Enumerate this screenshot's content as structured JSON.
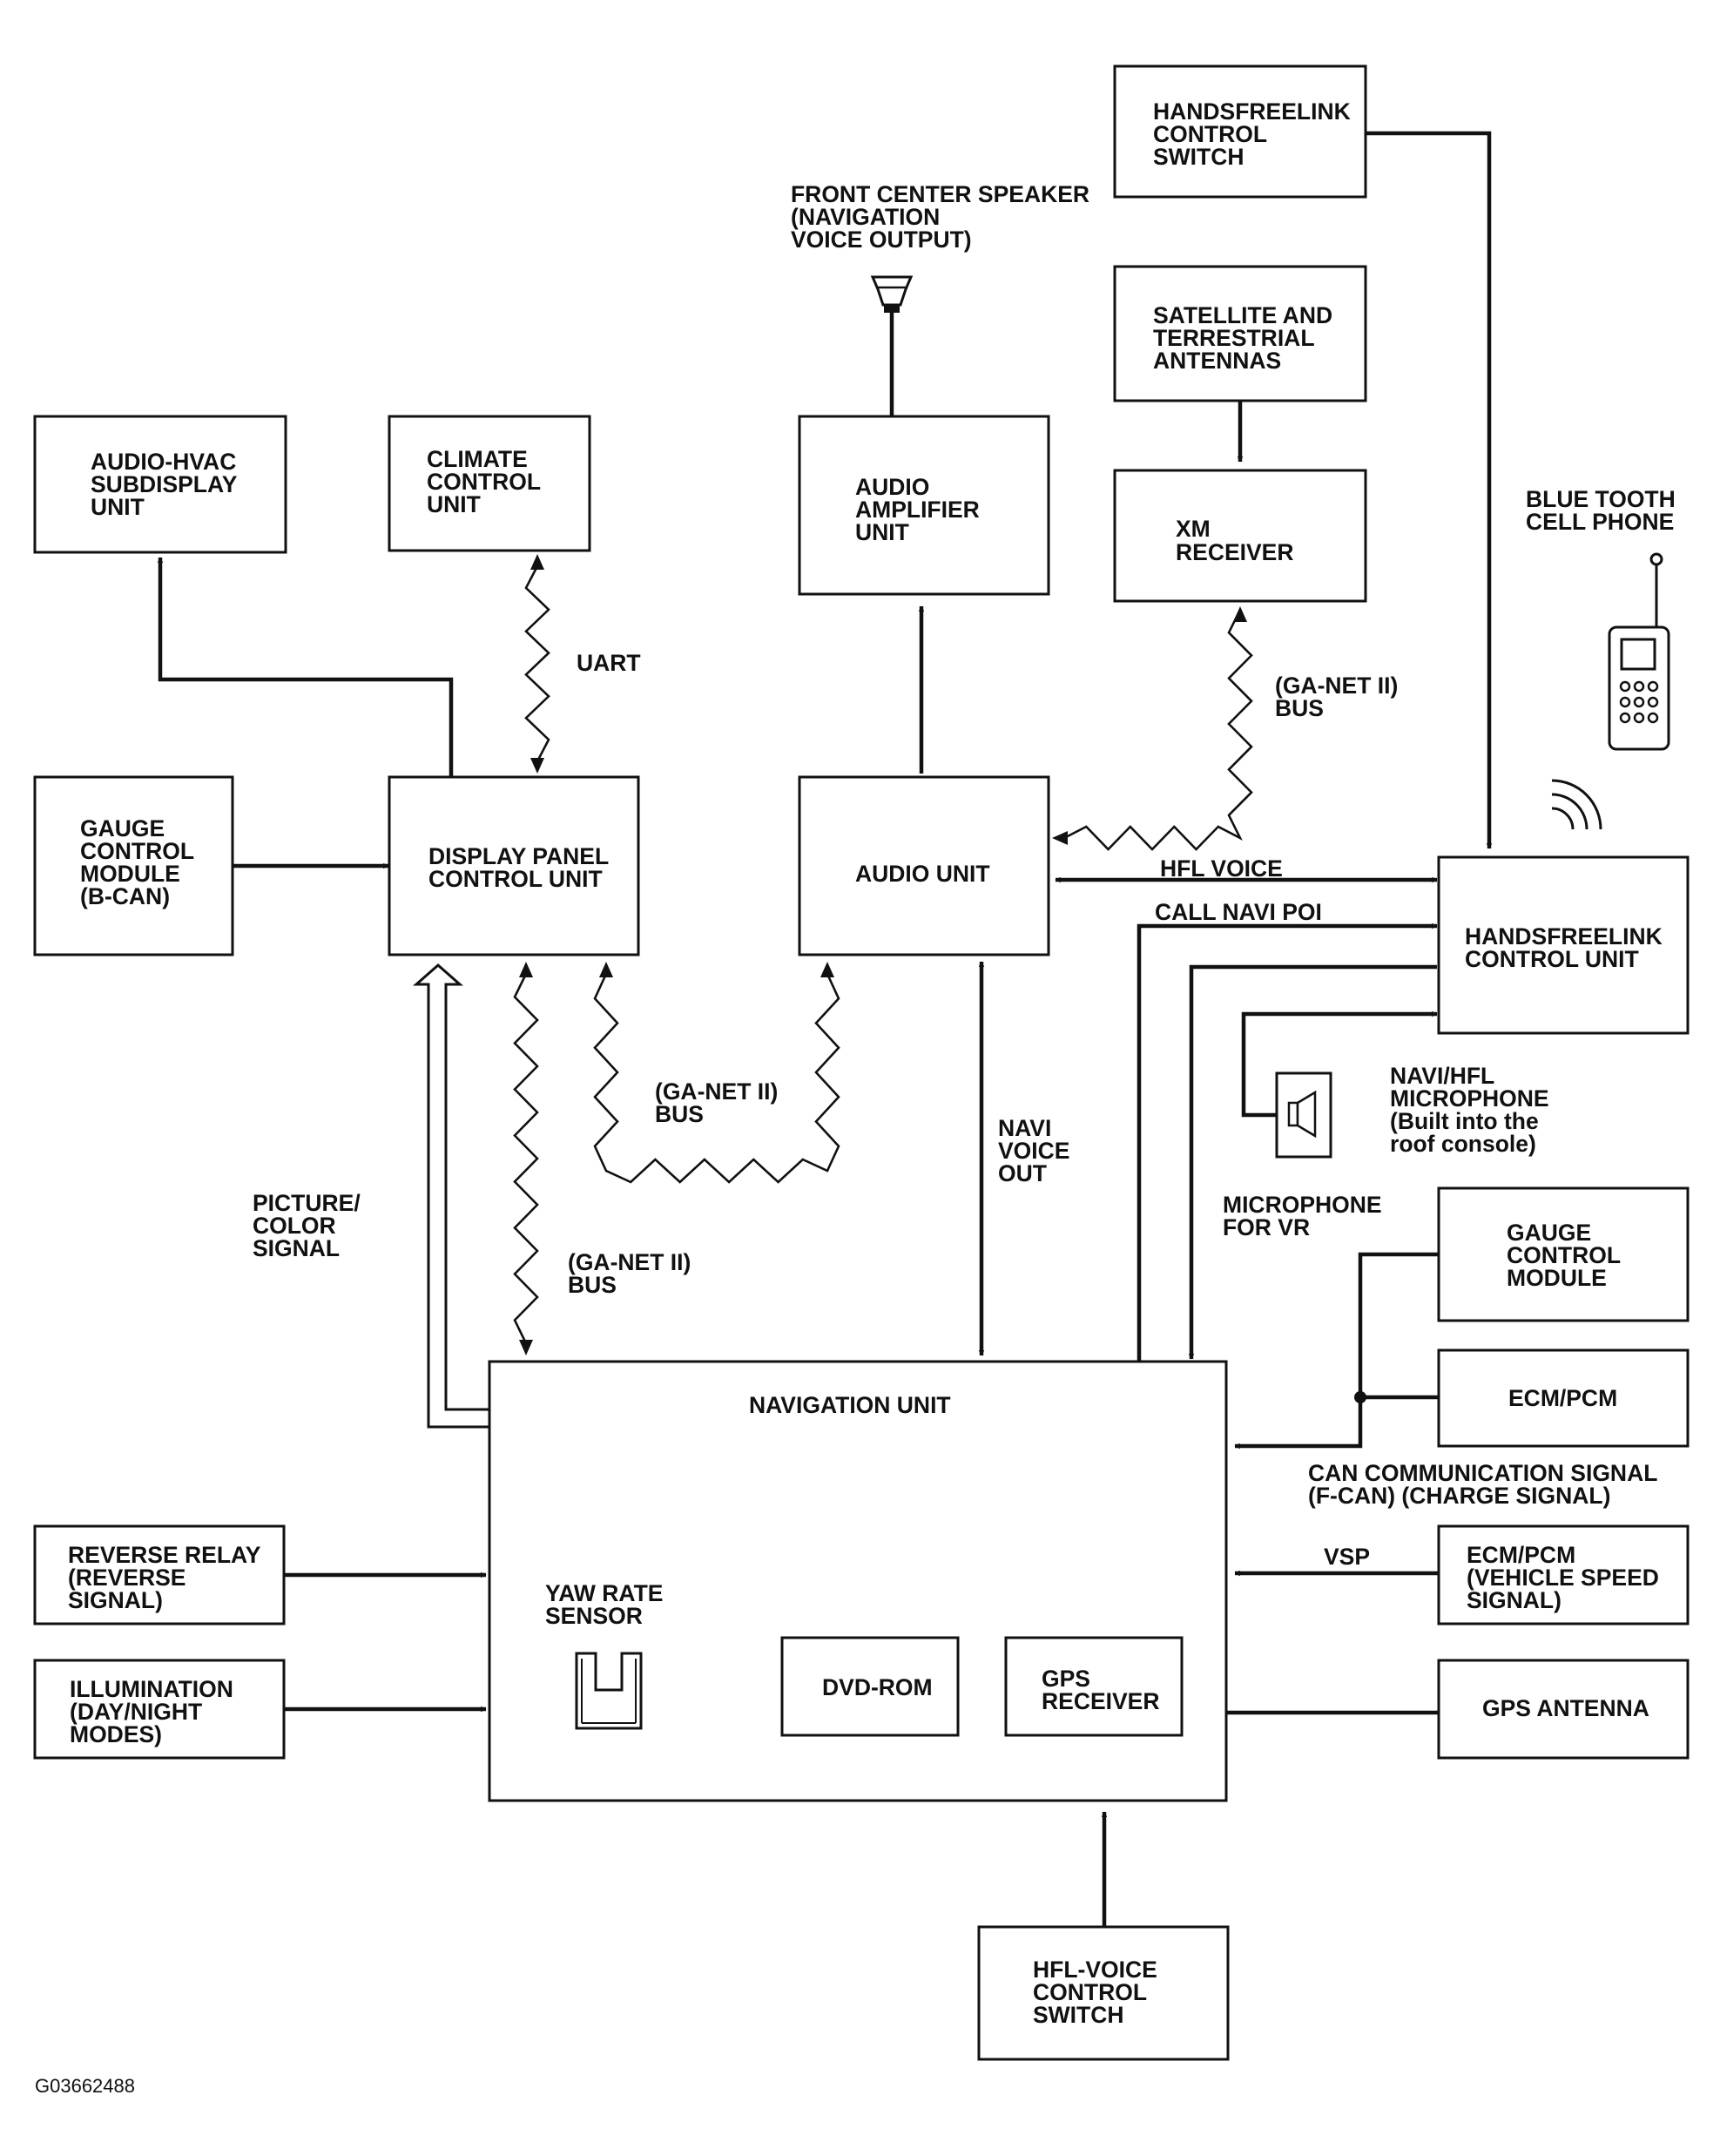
{
  "boxes": {
    "handsfreelink_control_switch": [
      "HANDSFREELINK",
      "CONTROL",
      "SWITCH"
    ],
    "satellite_antennas": [
      "SATELLITE AND",
      "TERRESTRIAL",
      "ANTENNAS"
    ],
    "audio_hvac_subdisplay": [
      "AUDIO-HVAC",
      "SUBDISPLAY",
      "UNIT"
    ],
    "climate_control_unit": [
      "CLIMATE",
      "CONTROL",
      "UNIT"
    ],
    "audio_amplifier_unit": [
      "AUDIO",
      "AMPLIFIER",
      "UNIT"
    ],
    "xm_receiver": [
      "XM",
      "RECEIVER"
    ],
    "gauge_control_module_bcan": [
      "GAUGE",
      "CONTROL",
      "MODULE",
      "(B-CAN)"
    ],
    "display_panel_control_unit": [
      "DISPLAY PANEL",
      "CONTROL UNIT"
    ],
    "audio_unit": [
      "AUDIO UNIT"
    ],
    "handsfreelink_control_unit": [
      "HANDSFREELINK",
      "CONTROL UNIT"
    ],
    "gauge_control_module": [
      "GAUGE",
      "CONTROL",
      "MODULE"
    ],
    "ecm_pcm": [
      "ECM/PCM"
    ],
    "navigation_unit": [
      "NAVIGATION UNIT"
    ],
    "ecm_pcm_vehicle_speed": [
      "ECM/PCM",
      "(VEHICLE SPEED",
      "SIGNAL)"
    ],
    "reverse_relay": [
      "REVERSE RELAY",
      "(REVERSE",
      "SIGNAL)"
    ],
    "illumination": [
      "ILLUMINATION",
      "(DAY/NIGHT",
      "MODES)"
    ],
    "dvd_rom": [
      "DVD-ROM"
    ],
    "gps_receiver": [
      "GPS",
      "RECEIVER"
    ],
    "gps_antenna": [
      "GPS ANTENNA"
    ],
    "hfl_voice_control_switch": [
      "HFL-VOICE",
      "CONTROL",
      "SWITCH"
    ]
  },
  "labels": {
    "front_center_speaker": [
      "FRONT CENTER SPEAKER",
      "(NAVIGATION",
      "VOICE OUTPUT)"
    ],
    "bluetooth_phone": [
      "BLUE TOOTH",
      "CELL PHONE"
    ],
    "uart": [
      "UART"
    ],
    "ganet_xm": [
      "(GA-NET II)",
      "BUS"
    ],
    "hfl_voice": [
      "HFL VOICE"
    ],
    "call_navi_poi": [
      "CALL NAVI POI"
    ],
    "ganet_mid": [
      "(GA-NET II)",
      "BUS"
    ],
    "navi_voice_out": [
      "NAVI",
      "VOICE",
      "OUT"
    ],
    "navi_hfl_microphone": [
      "NAVI/HFL",
      "MICROPHONE",
      "(Built into the",
      "roof console)"
    ],
    "microphone_for_vr": [
      "MICROPHONE",
      "FOR VR"
    ],
    "picture_color_signal": [
      "PICTURE/",
      "COLOR",
      "SIGNAL"
    ],
    "ganet_left": [
      "(GA-NET II)",
      "BUS"
    ],
    "can_signal": [
      "CAN COMMUNICATION SIGNAL",
      "(F-CAN) (CHARGE SIGNAL)"
    ],
    "vsp": [
      "VSP"
    ],
    "yaw_rate_sensor": [
      "YAW RATE",
      "SENSOR"
    ]
  },
  "figure_id": "G03662488",
  "icons": [
    "speaker-horn-icon",
    "cell-phone-icon",
    "wireless-signal-icon",
    "microphone-icon",
    "yaw-rate-sensor-icon"
  ]
}
